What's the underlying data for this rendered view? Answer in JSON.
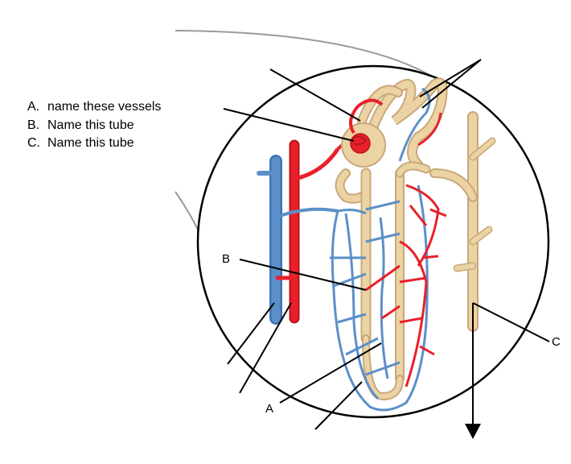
{
  "legend": [
    {
      "letter": "A.",
      "text": "name these vessels"
    },
    {
      "letter": "B.",
      "text": "Name this tube"
    },
    {
      "letter": "C.",
      "text": "Name this tube"
    }
  ],
  "labels": {
    "a": "A",
    "b": "B",
    "c": "C"
  },
  "colors": {
    "artery": "#e8202a",
    "vein": "#5b8fc9",
    "tubule": "#ecd3a4",
    "tubule_edge": "#c8a87a",
    "outline": "#000000"
  }
}
